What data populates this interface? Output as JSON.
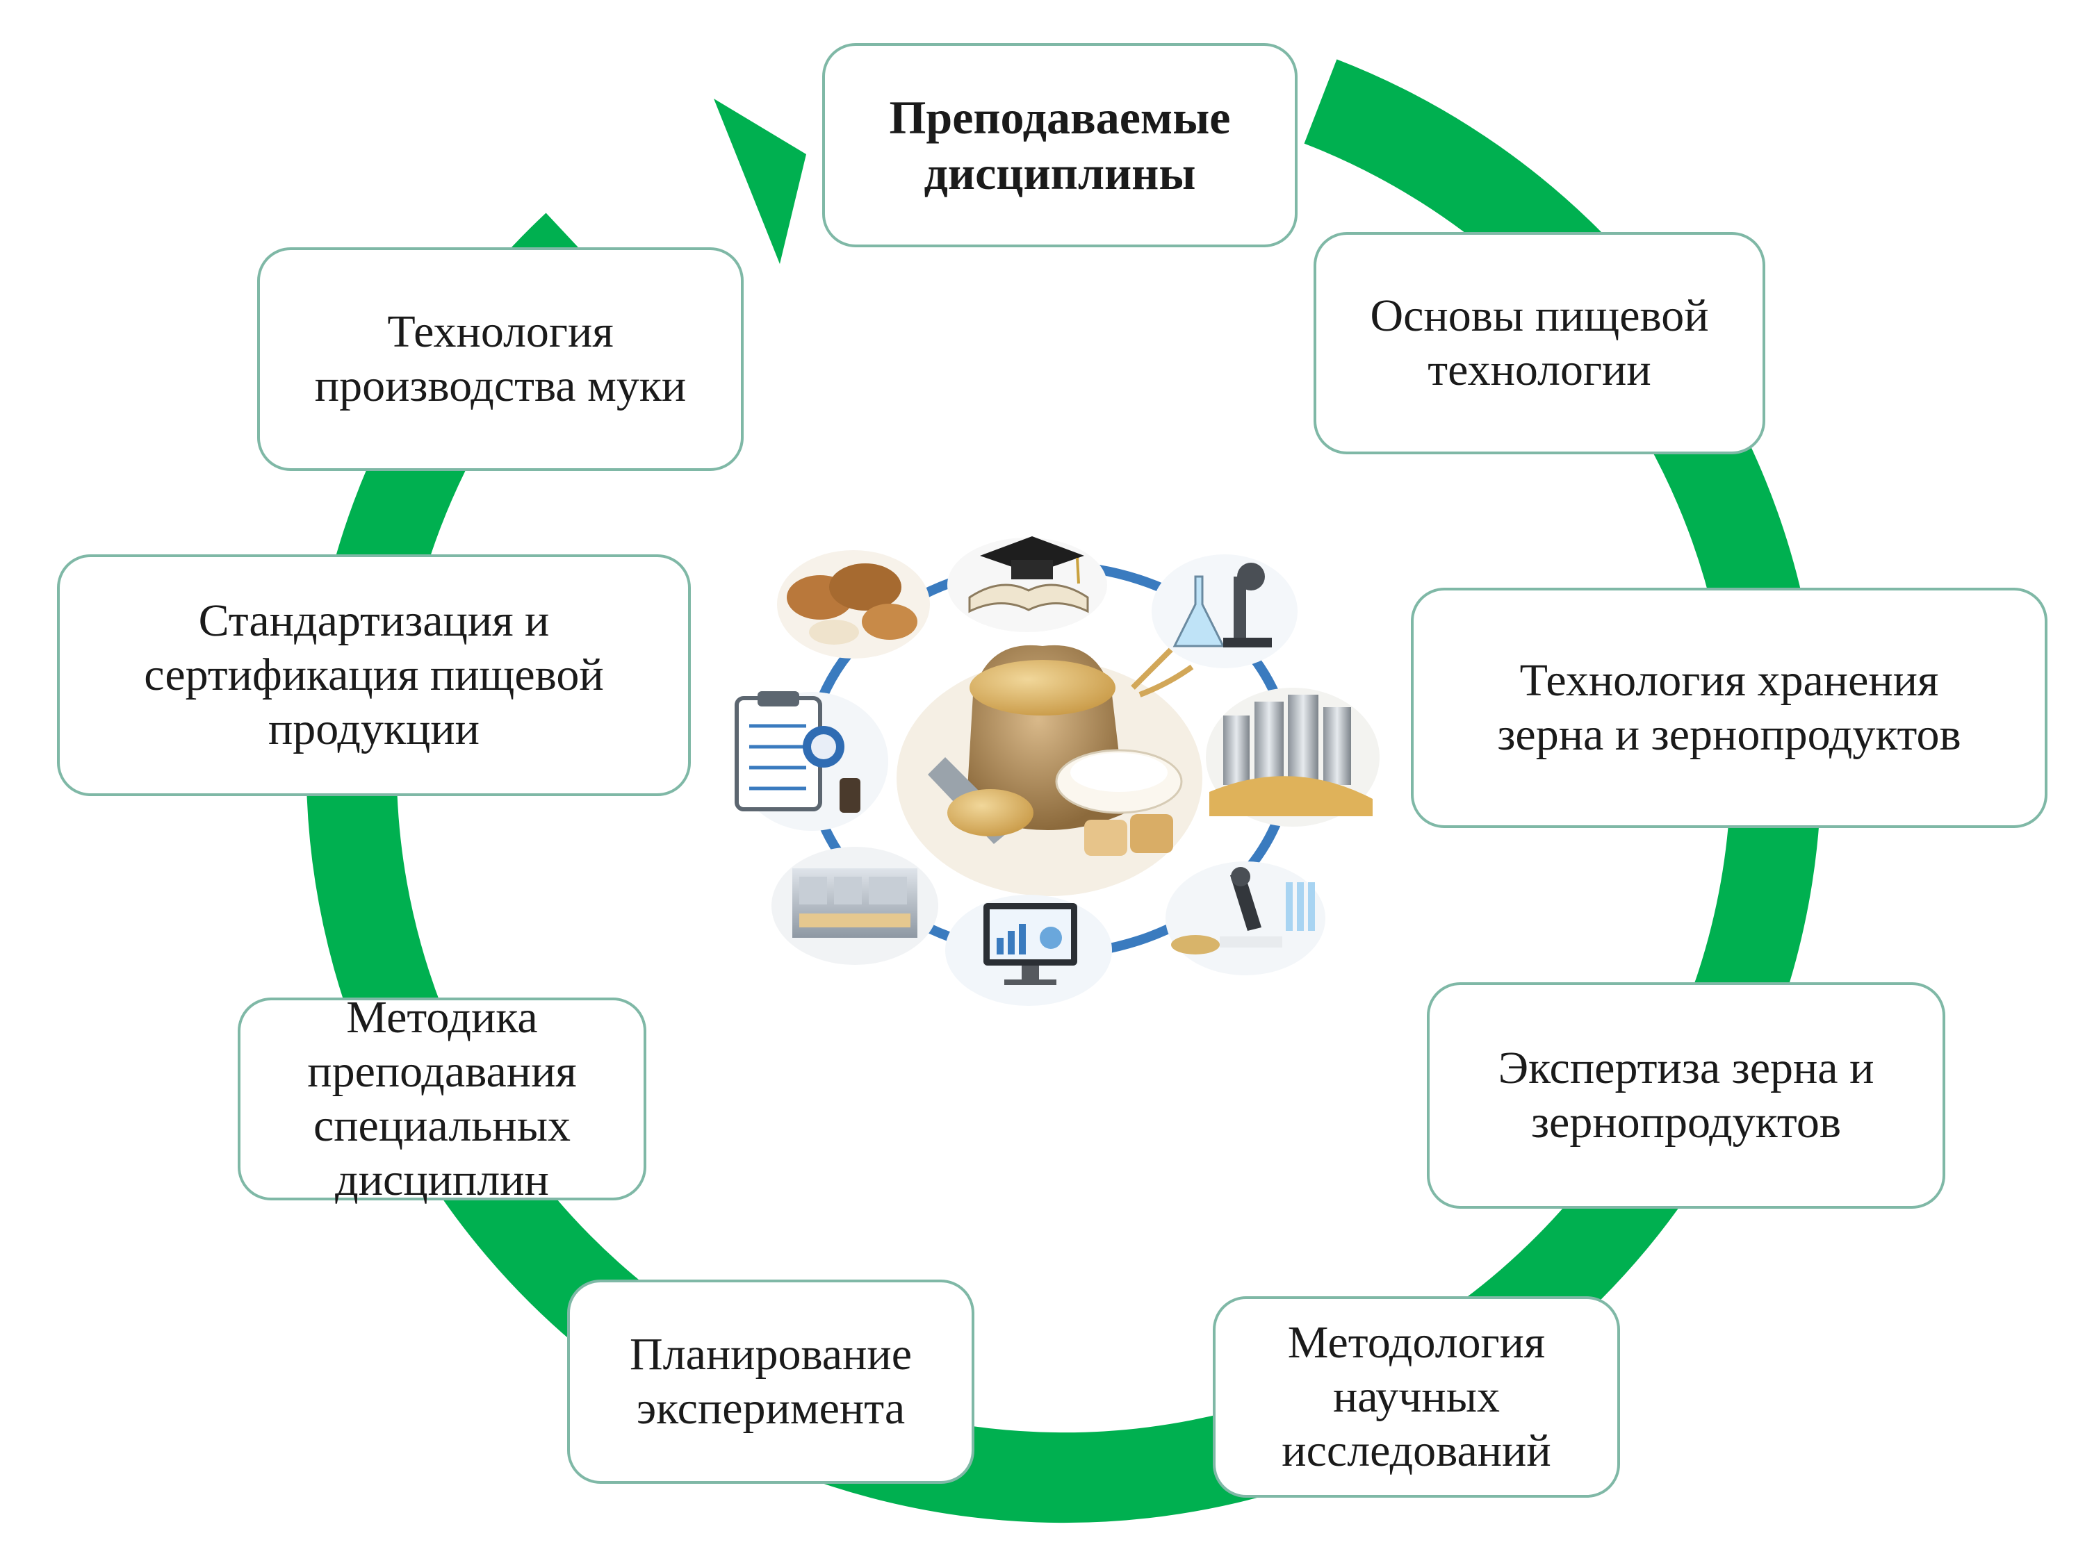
{
  "diagram": {
    "title": "Преподаваемые дисциплины",
    "ring_color": "#00b050",
    "node_border_color": "#7fb8a6",
    "inner_ring_color": "#3a7bbf",
    "nodes": [
      {
        "id": "title",
        "lines": [
          "Преподаваемые",
          "дисциплины"
        ]
      },
      {
        "id": "osnovy",
        "lines": [
          "Основы пищевой",
          "технологии"
        ]
      },
      {
        "id": "hran",
        "lines": [
          "Технология хранения",
          "зерна и зернопродуктов"
        ]
      },
      {
        "id": "expert",
        "lines": [
          "Экспертиза зерна и",
          "зернопродуктов"
        ]
      },
      {
        "id": "metodol",
        "lines": [
          "Методология",
          "научных",
          "исследований"
        ]
      },
      {
        "id": "plan",
        "lines": [
          "Планирование",
          "эксперимента"
        ]
      },
      {
        "id": "metodik",
        "lines": [
          "Методика",
          "преподавания",
          "специальных",
          "дисциплин"
        ]
      },
      {
        "id": "stand",
        "lines": [
          "Стандартизация и",
          "сертификация пищевой",
          "продукции"
        ]
      },
      {
        "id": "muki",
        "lines": [
          "Технология",
          "производства муки"
        ]
      }
    ],
    "center_illustration": {
      "center": "grain-sack-flour-bread",
      "satellites": [
        "graduation-cap-book",
        "laboratory-flask-microscope",
        "grain-silos",
        "microscope-test-tubes",
        "computer-analytics",
        "production-line",
        "quality-certificate-clipboard",
        "bread-loaves"
      ]
    }
  }
}
